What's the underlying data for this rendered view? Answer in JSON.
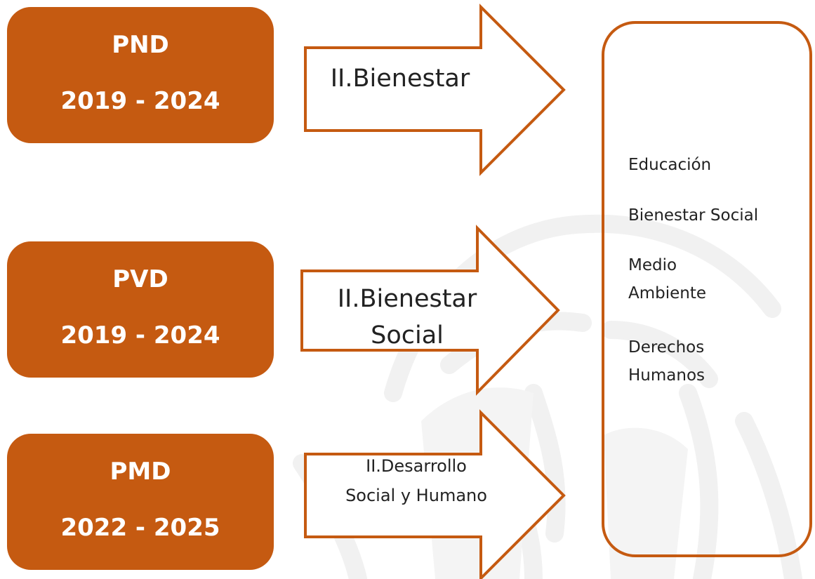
{
  "colors": {
    "accent": "#C55A11",
    "text": "#222222",
    "watermark": "#f3f3f3"
  },
  "plans": [
    {
      "acronym": "PND",
      "period": "2019 - 2024"
    },
    {
      "acronym": "PVD",
      "period": "2019 - 2024"
    },
    {
      "acronym": "PMD",
      "period": "2022 - 2025"
    }
  ],
  "arrows": [
    {
      "label_lines": [
        "II.Bienestar"
      ]
    },
    {
      "label_lines": [
        "II.Bienestar",
        "Social"
      ]
    },
    {
      "label_lines": [
        "II.Desarrollo",
        "Social y Humano"
      ]
    }
  ],
  "target": {
    "items": [
      {
        "lines": [
          "Educación"
        ]
      },
      {
        "lines": [
          "Bienestar Social"
        ]
      },
      {
        "lines": [
          "Medio",
          "Ambiente"
        ]
      },
      {
        "lines": [
          "Derechos",
          "Humanos"
        ]
      }
    ]
  }
}
